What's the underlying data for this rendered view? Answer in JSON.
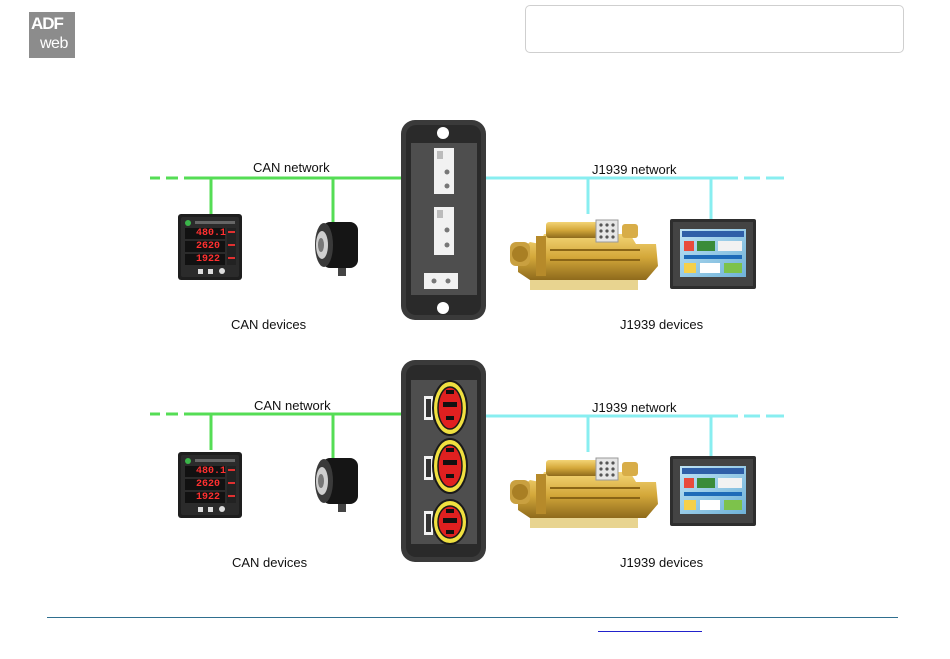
{
  "logo": {
    "line1": "ADF",
    "line2": "web"
  },
  "diagram_top": {
    "left_network_label": "CAN network",
    "right_network_label": "J1939 network",
    "left_devices_label": "CAN devices",
    "right_devices_label": "J1939 devices"
  },
  "diagram_bottom": {
    "left_network_label": "CAN network",
    "right_network_label": "J1939 network",
    "left_devices_label": "CAN devices",
    "right_devices_label": "J1939 devices"
  },
  "meter": {
    "row1": "480.1",
    "row2": "2620",
    "row3": "1922"
  },
  "colors": {
    "can": "#55dd55",
    "j1939": "#88eef0",
    "connector_ring": "#f0e040",
    "connector_fill": "#e02020",
    "gateway": "#3a3a3a"
  }
}
